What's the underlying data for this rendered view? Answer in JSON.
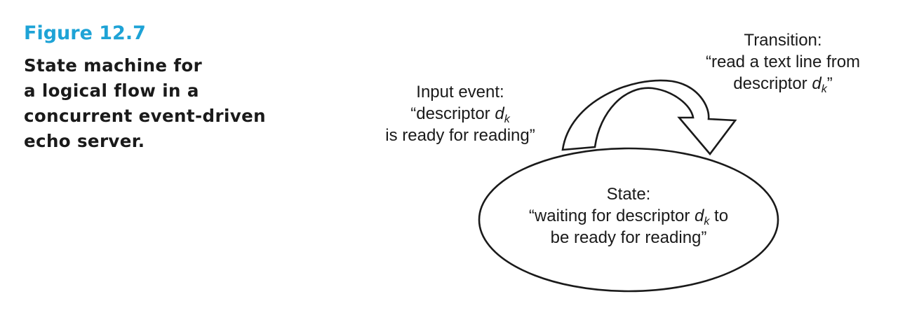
{
  "figure": {
    "number": "Figure 12.7",
    "caption_lines": [
      "State machine for",
      "a logical flow in a",
      "concurrent event-driven",
      "echo server."
    ]
  },
  "diagram": {
    "input_event": {
      "line1": "Input event:",
      "line2_pre": "“descriptor ",
      "var": "d",
      "sub": "k",
      "line3": "is ready for reading”"
    },
    "transition": {
      "line1": "Transition:",
      "line2": "“read a text line from",
      "line3_pre": "descriptor ",
      "var": "d",
      "sub": "k",
      "line3_post": "”"
    },
    "state": {
      "line1": "State:",
      "line2_pre": "“waiting for descriptor ",
      "var": "d",
      "sub": "k",
      "line2_post": " to",
      "line3": "be ready for reading”"
    }
  }
}
